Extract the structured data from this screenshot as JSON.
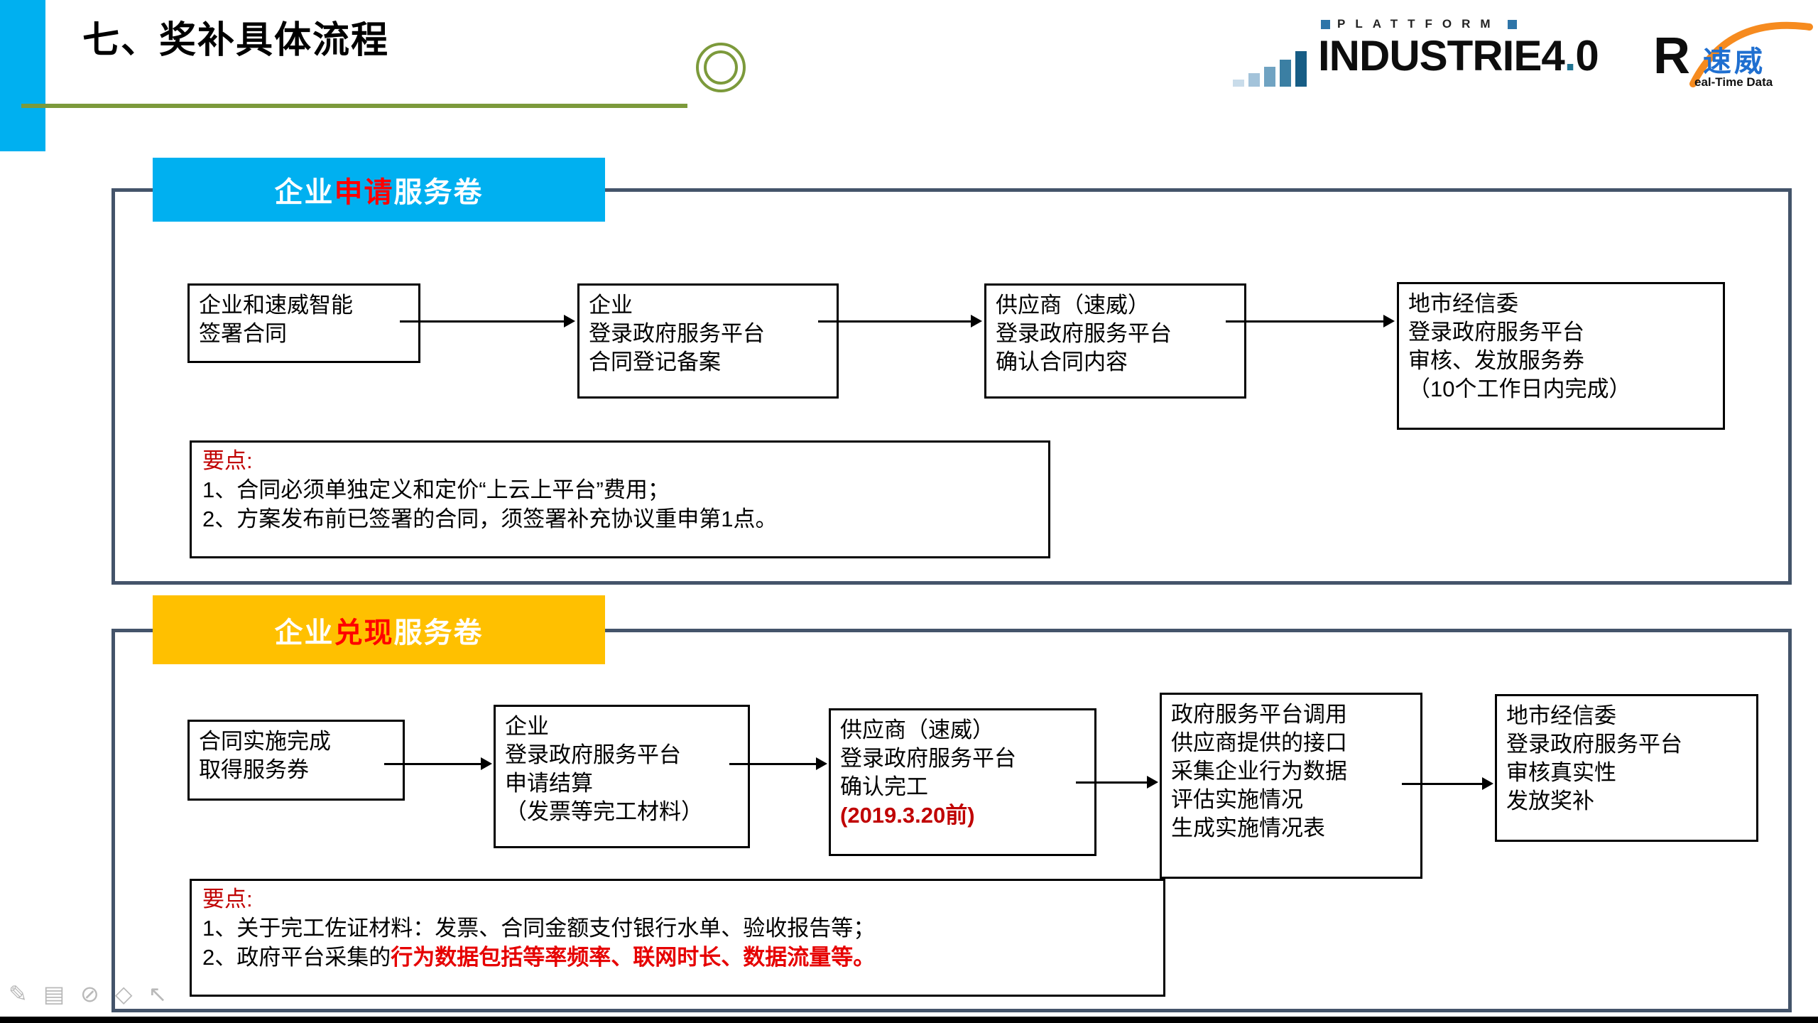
{
  "title": "七、奖补具体流程",
  "logo": {
    "plattform": "PLATTFORM",
    "brand": "INDUSTRIE",
    "version_major": "4",
    "version_dot": ".",
    "version_minor": "0",
    "r": "R",
    "brand_cn": "速威",
    "realtime": "eal-Time Data"
  },
  "colors": {
    "cyan": "#00B0F0",
    "amber": "#FFC000",
    "navy_border": "#44546A",
    "olive": "#7C9A3B",
    "red": "#FF0000",
    "dark_red": "#C00000",
    "orange": "#F68B1F",
    "logo_blue": "#1F6FD0"
  },
  "section_apply": {
    "header": {
      "pre": "企业",
      "highlight": "申请",
      "post": "服务卷"
    },
    "boxes": [
      {
        "lines": [
          "企业和速威智能",
          "签署合同"
        ]
      },
      {
        "lines": [
          "企业",
          "登录政府服务平台",
          "合同登记备案"
        ]
      },
      {
        "lines": [
          "供应商（速威）",
          "登录政府服务平台",
          "确认合同内容"
        ]
      },
      {
        "lines": [
          "地市经信委",
          "登录政府服务平台",
          "审核、发放服务券",
          "（10个工作日内完成）"
        ]
      }
    ],
    "keypoints": {
      "title": "要点:",
      "items": [
        "1、合同必须单独定义和定价“上云上平台”费用；",
        "2、方案发布前已签署的合同，须签署补充协议重申第1点。"
      ]
    }
  },
  "section_redeem": {
    "header": {
      "pre": "企业",
      "highlight": "兑现",
      "post": "服务卷"
    },
    "boxes": [
      {
        "lines": [
          "合同实施完成",
          "取得服务券"
        ]
      },
      {
        "lines": [
          "企业",
          "登录政府服务平台",
          "申请结算",
          "（发票等完工材料）"
        ]
      },
      {
        "lines": [
          "供应商（速威）",
          "登录政府服务平台",
          "确认完工"
        ],
        "deadline": "(2019.3.20前)"
      },
      {
        "lines": [
          "政府服务平台调用",
          "供应商提供的接口",
          "采集企业行为数据",
          "评估实施情况",
          "生成实施情况表"
        ]
      },
      {
        "lines": [
          "地市经信委",
          "登录政府服务平台",
          "审核真实性",
          "发放奖补"
        ]
      }
    ],
    "keypoints": {
      "title": "要点:",
      "item1": "1、关于完工佐证材料：发票、合同金额支付银行水单、验收报告等；",
      "item2_black": "2、政府平台采集的",
      "item2_red": "行为数据包括等率频率、联网时长、数据流量等",
      "item2_tail": "。"
    }
  },
  "presenter_tools": [
    {
      "name": "pen",
      "glyph": "✎"
    },
    {
      "name": "annotation-panel",
      "glyph": "▤"
    },
    {
      "name": "laser-pointer",
      "glyph": "⊘"
    },
    {
      "name": "eraser",
      "glyph": "◇"
    },
    {
      "name": "cursor",
      "glyph": "↖"
    }
  ]
}
